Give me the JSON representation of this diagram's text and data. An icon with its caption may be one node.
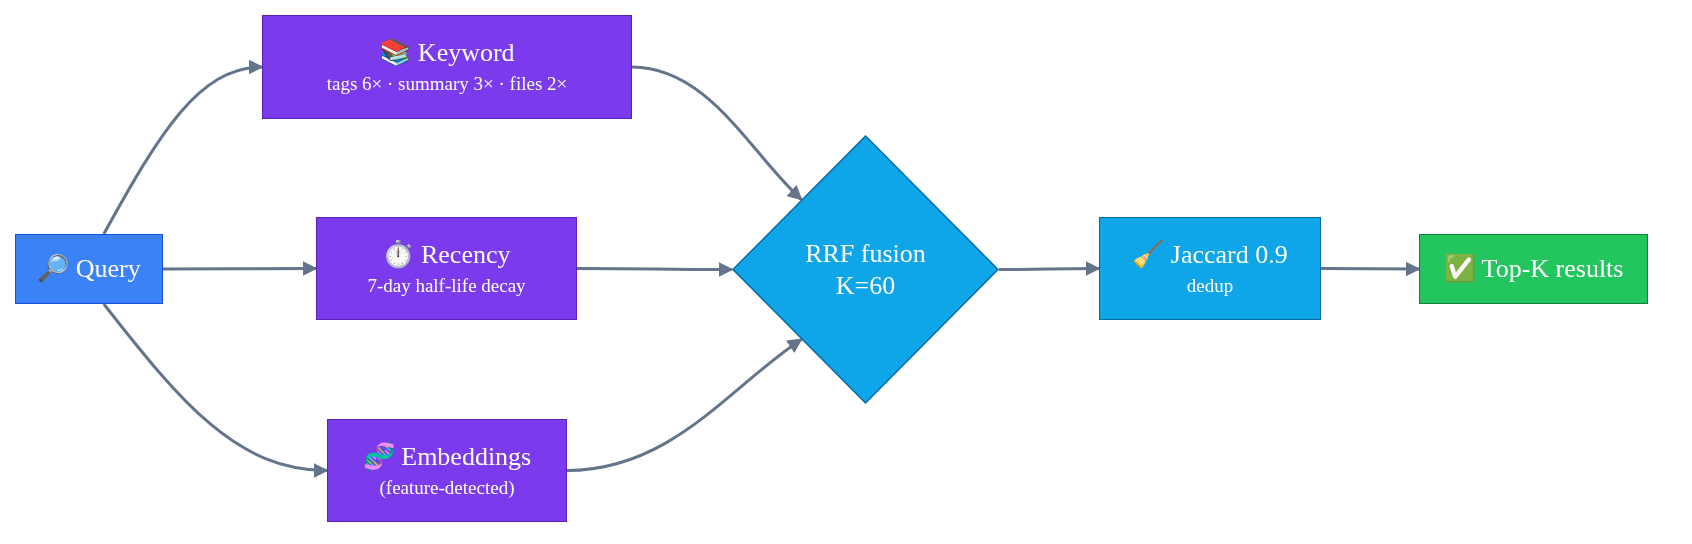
{
  "diagram": {
    "nodes": [
      {
        "text": [
          "🔎 Query"
        ]
      },
      {
        "text": [
          "📚 Keyword",
          "tags 6× · summary 3× · files 2×"
        ]
      },
      {
        "text": [
          "⏱️ Recency",
          "7-day half-life decay"
        ]
      },
      {
        "text": [
          "🧬 Embeddings",
          "(feature-detected)"
        ]
      },
      {
        "text": [
          "RRF fusion K=60"
        ]
      },
      {
        "text": [
          "🧹 Jaccard 0.9",
          "dedup"
        ]
      },
      {
        "text": [
          "✅ Top-K results"
        ]
      }
    ],
    "edges": [
      {
        "from": 0,
        "to": 1,
        "arrow": "to"
      },
      {
        "from": 0,
        "to": 2,
        "arrow": "to"
      },
      {
        "from": 0,
        "to": 3,
        "arrow": "to"
      },
      {
        "from": 1,
        "to": 4,
        "arrow": "to"
      },
      {
        "from": 2,
        "to": 4,
        "arrow": "to"
      },
      {
        "from": 3,
        "to": 4,
        "arrow": "to"
      },
      {
        "from": 4,
        "to": 5,
        "arrow": "to"
      },
      {
        "from": 5,
        "to": 6,
        "arrow": "to"
      }
    ]
  }
}
